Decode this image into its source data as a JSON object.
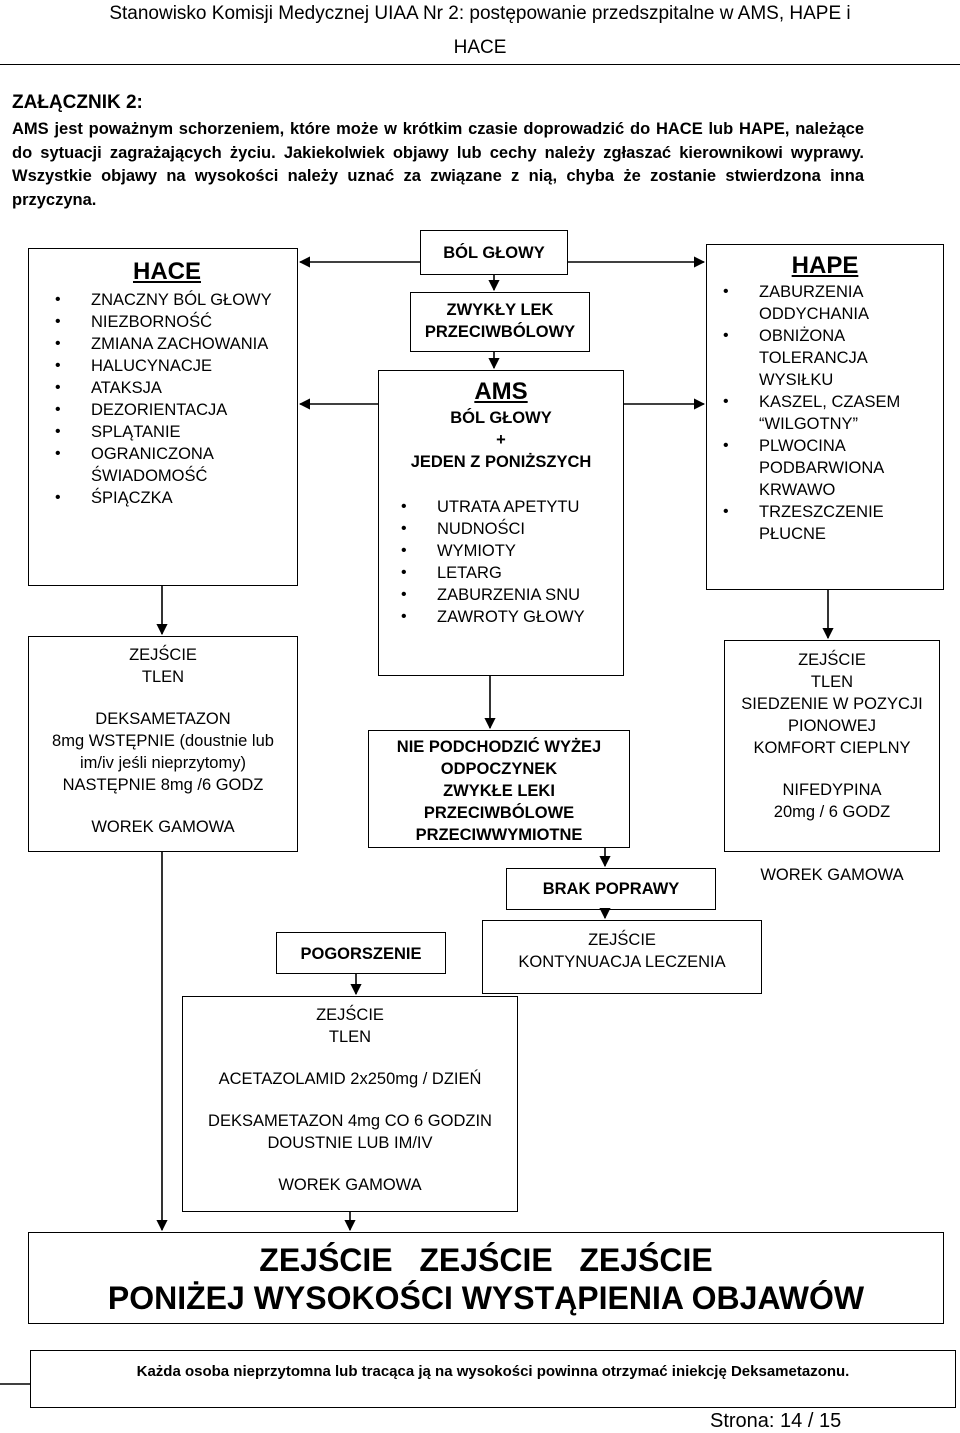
{
  "header": {
    "line1": "Stanowisko Komisji Medycznej UIAA Nr 2: postępowanie przedszpitalne w AMS, HAPE i",
    "line2": "HACE"
  },
  "intro": {
    "title": "ZAŁĄCZNIK 2:",
    "text": "AMS jest poważnym schorzeniem, które może w krótkim czasie doprowadzić do HACE lub HAPE, należące do sytuacji zagrażających życiu. Jakiekolwiek objawy lub cechy należy zgłaszać kierownikowi wyprawy. Wszystkie objawy na wysokości należy uznać za związane z nią, chyba że zostanie stwierdzona inna przyczyna."
  },
  "hace": {
    "title": "HACE",
    "items": [
      "ZNACZNY BÓL GŁOWY",
      "NIEZBORNOŚĆ",
      "ZMIANA ZACHOWANIA",
      "HALUCYNACJE",
      "ATAKSJA",
      "DEZORIENTACJA",
      "SPLĄTANIE",
      "OGRANICZONA ŚWIADOMOŚĆ",
      "ŚPIĄCZKA"
    ]
  },
  "hace_treatment": {
    "lines": [
      "ZEJŚCIE",
      "TLEN",
      "",
      "DEKSAMETAZON",
      "8mg WSTĘPNIE (doustnie lub im/iv jeśli nieprzytomy) NASTĘPNIE 8mg /6 GODZ",
      "",
      "WOREK GAMOWA"
    ]
  },
  "headache": {
    "label": "BÓL GŁOWY"
  },
  "painkiller": {
    "label": "ZWYKŁY LEK PRZECIWBÓLOWY"
  },
  "ams": {
    "title": "AMS",
    "line1": "BÓL GŁOWY",
    "line2": "+",
    "line3": "JEDEN Z PONIŻSZYCH",
    "items": [
      "UTRATA APETYTU",
      "NUDNOŚCI",
      "WYMIOTY",
      "LETARG",
      "ZABURZENIA SNU",
      "ZAWROTY GŁOWY"
    ]
  },
  "ams_treatment": {
    "lines": [
      "NIE PODCHODZIĆ WYŻEJ",
      "ODPOCZYNEK",
      "ZWYKŁE LEKI PRZECIWBÓLOWE",
      "PRZECIWWYMIOTNE"
    ]
  },
  "no_improvement": {
    "label": "BRAK POPRAWY"
  },
  "descend_continue": {
    "lines": [
      "ZEJŚCIE",
      "KONTYNUACJA LECZENIA"
    ]
  },
  "worsening": {
    "label": "POGORSZENIE"
  },
  "worsening_treatment": {
    "lines": [
      "ZEJŚCIE",
      "TLEN",
      "",
      "ACETAZOLAMID 2x250mg / DZIEŃ",
      "",
      "DEKSAMETAZON 4mg CO 6 GODZIN DOUSTNIE LUB IM/IV",
      "",
      "WOREK GAMOWA"
    ]
  },
  "hape": {
    "title": "HAPE",
    "items": [
      "ZABURZENIA ODDYCHANIA",
      "OBNIŻONA TOLERANCJA WYSIŁKU",
      "KASZEL, CZASEM “WILGOTNY”",
      "PLWOCINA PODBARWIONA KRWAWO",
      "TRZESZCZENIE PŁUCNE"
    ]
  },
  "hape_treatment": {
    "lines": [
      "ZEJŚCIE",
      "TLEN",
      "SIEDZENIE W POZYCJI PIONOWEJ",
      "KOMFORT CIEPLNY",
      "",
      "NIFEDYPINA",
      "20mg / 6 GODZ",
      "",
      "WOREK GAMOWA"
    ]
  },
  "descend_banner": {
    "line1": "ZEJŚCIE   ZEJŚCIE   ZEJŚCIE",
    "line2": "PONIŻEJ WYSOKOŚCI WYSTĄPIENIA OBJAWÓW"
  },
  "footnote": {
    "text": "Każda osoba nieprzytomna lub tracąca ją na wysokości powinna otrzymać iniekcję Deksametazonu."
  },
  "page": {
    "label": "Strona: 14 / 15"
  }
}
